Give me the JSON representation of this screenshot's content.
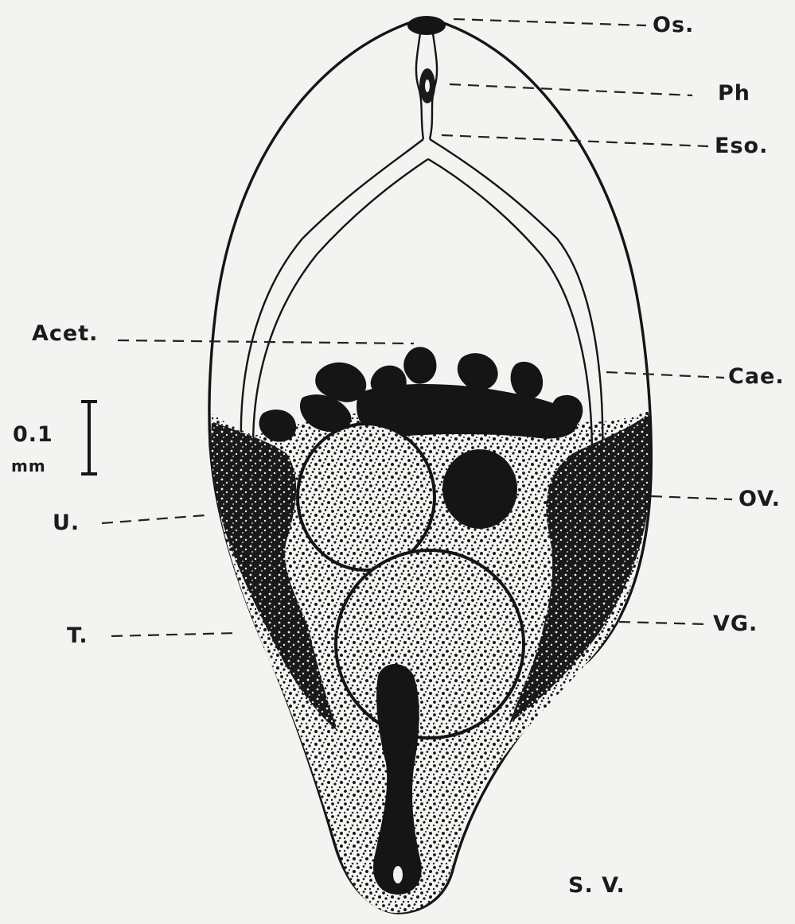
{
  "figure": {
    "labels": {
      "os": "Os.",
      "ph": "Ph",
      "eso": "Eso.",
      "acet": "Acet.",
      "cae": "Cae.",
      "ov": "OV.",
      "u": "U.",
      "vg": "VG.",
      "t": "T.",
      "sv": "S. V."
    },
    "scale_bar": {
      "value": "0.1",
      "unit": "mm"
    }
  },
  "colors": {
    "paper": "#f3f3f1",
    "ink": "#151515"
  }
}
